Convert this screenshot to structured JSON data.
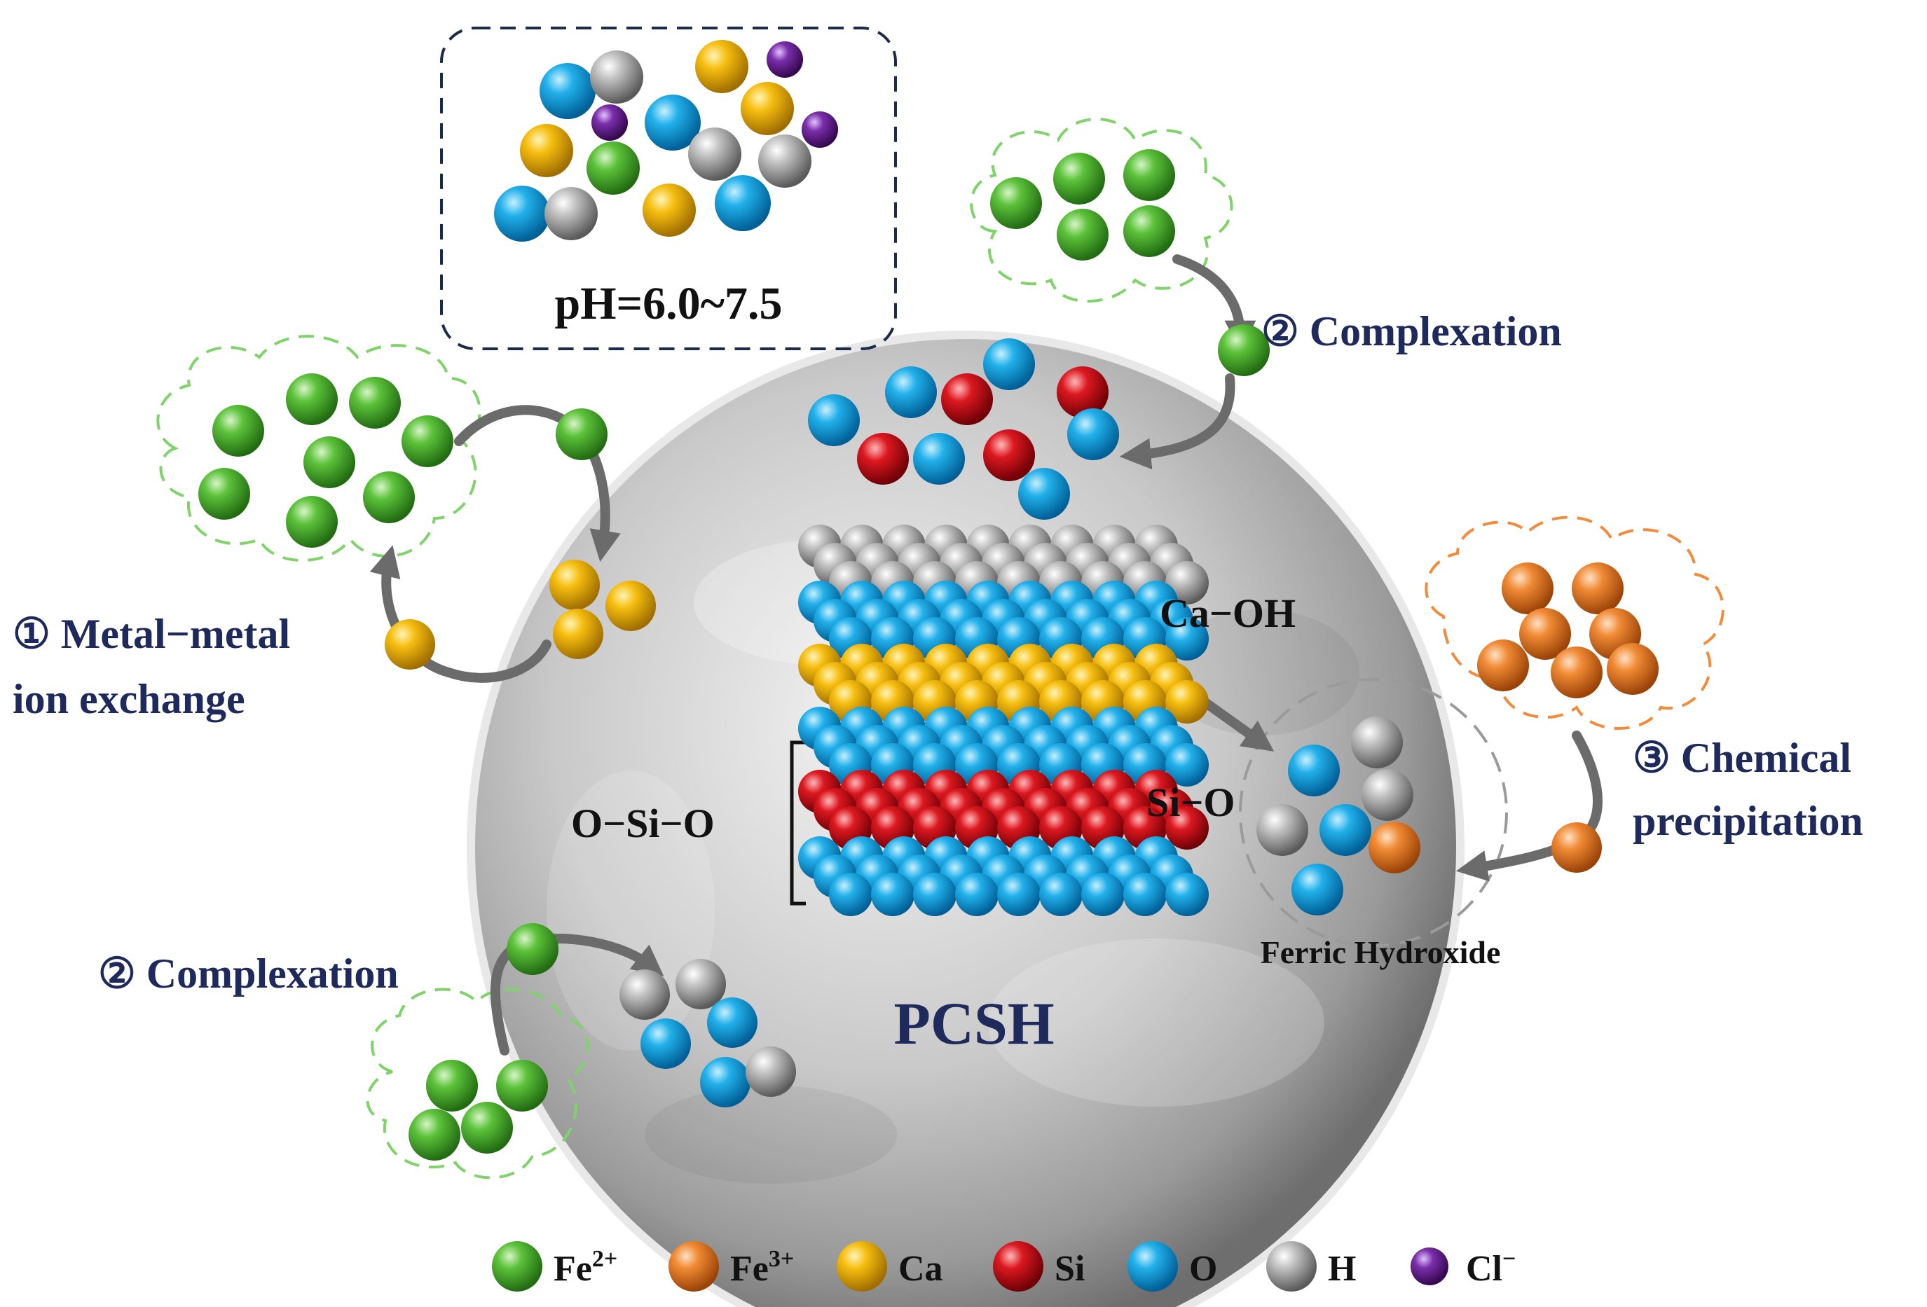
{
  "ph_label": "pH=6.0~7.5",
  "center_label": "PCSH",
  "mechanisms": {
    "complexation_top": "② Complexation",
    "complexation_bottom": "② Complexation",
    "ion_exchange_line1": "① Metal−metal",
    "ion_exchange_line2": "ion exchange",
    "precipitation_line1": "③ Chemical",
    "precipitation_line2": "precipitation"
  },
  "layer_labels": {
    "ca_oh": "Ca−OH",
    "si_o": "Si−O",
    "o_si_o": "O−Si−O",
    "ferric_hydroxide": "Ferric Hydroxide"
  },
  "legend": [
    {
      "label": "Fe",
      "sup": "2+",
      "color": "#4db030"
    },
    {
      "label": "Fe",
      "sup": "3+",
      "color": "#e8782a"
    },
    {
      "label": "Ca",
      "sup": "",
      "color": "#f2b400"
    },
    {
      "label": "Si",
      "sup": "",
      "color": "#d0121a"
    },
    {
      "label": "O",
      "sup": "",
      "color": "#1ea8e6"
    },
    {
      "label": "H",
      "sup": "",
      "color": "#a8a8a8"
    },
    {
      "label": "Cl",
      "sup": "−",
      "color": "#6a2596"
    }
  ],
  "colors": {
    "fe2": "#4db030",
    "fe3": "#e8782a",
    "ca": "#f2b400",
    "si": "#d0121a",
    "o": "#1ea8e6",
    "h": "#a8a8a8",
    "cl": "#6a2596",
    "label_navy": "#1f2a5c"
  }
}
